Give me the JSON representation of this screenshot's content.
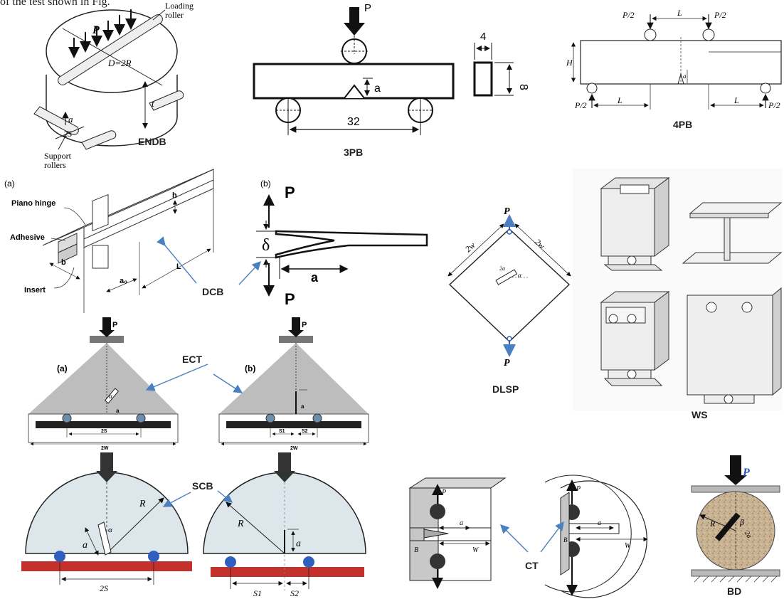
{
  "top_text": "of the test shown in Fig.",
  "endb": {
    "name": "ENDB",
    "loading_roller": "Loading\nroller",
    "support_rollers": "Support\nrollers",
    "P": "P",
    "D": "D=2R",
    "t": "t",
    "a": "a",
    "twoS": "2S"
  },
  "tpb": {
    "name": "3PB",
    "P": "P",
    "a": "a",
    "span": "32",
    "width": "4",
    "height": "8"
  },
  "fpb": {
    "name": "4PB",
    "P_half": "P/2",
    "L": "L",
    "H": "H",
    "a": "a"
  },
  "dcb": {
    "name": "DCB",
    "sub_a": "(a)",
    "sub_b": "(b)",
    "piano_hinge": "Piano hinge",
    "adhesive": "Adhesive",
    "insert": "Insert",
    "h": "h",
    "b": "b",
    "a0": "a₀",
    "L": "L",
    "P": "P",
    "delta": "δ",
    "a": "a"
  },
  "dlsp": {
    "name": "DLSP",
    "P": "P",
    "twoW": "2w",
    "twoA": "2a",
    "alpha": "α"
  },
  "ws": {
    "name": "WS"
  },
  "ect": {
    "name": "ECT",
    "sub_a": "(a)",
    "sub_b": "(b)",
    "P": "P",
    "alpha": "α",
    "a": "a",
    "twoS": "2S",
    "twoW": "2W",
    "S1": "S1",
    "S2": "S2"
  },
  "scb": {
    "name": "SCB",
    "R": "R",
    "alpha": "α",
    "a": "a",
    "twoS": "2S",
    "S1": "S1",
    "S2": "S2"
  },
  "ct": {
    "name": "CT",
    "P": "P",
    "a": "a",
    "W": "W",
    "B": "B"
  },
  "bd": {
    "name": "BD",
    "P": "P",
    "R": "R",
    "B": "β",
    "twoA": "2a"
  },
  "colors": {
    "arrow_blue": "#4a7fc1",
    "scb_fill": "#dde6ea",
    "support_red": "#c4302b",
    "support_blue": "#2f5fbf",
    "disc_fill": "#cbb79a",
    "ect_fill": "#bdbdbd",
    "support_dark": "#2a2a2a"
  }
}
